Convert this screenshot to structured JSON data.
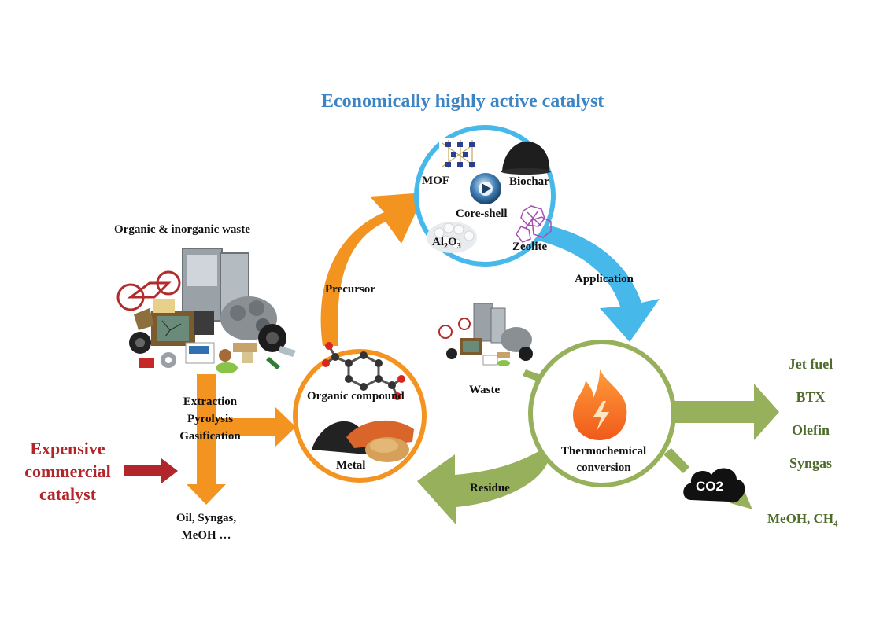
{
  "title": "Economically highly active catalyst",
  "colors": {
    "title": "#3c84c4",
    "catalyst_ring": "#47b8ea",
    "precursor_ring": "#f39421",
    "conversion_ring": "#97b05b",
    "expensive": "#b2262b",
    "products": "#4f6b2c"
  },
  "catalysts": {
    "mof": "MOF",
    "biochar": "Biochar",
    "core_shell": "Core-shell",
    "al2o3": {
      "main": "Al",
      "sub1": "2",
      "mid": "O",
      "sub2": "3"
    },
    "zeolite": "Zeolite"
  },
  "waste": {
    "title": "Organic & inorganic waste",
    "small_label": "Waste"
  },
  "processes": [
    "Extraction",
    "Pyrolysis",
    "Gasification"
  ],
  "oil_products": [
    "Oil, Syngas,",
    "MeOH …"
  ],
  "expensive": [
    "Expensive",
    "commercial",
    "catalyst"
  ],
  "precursor_circle": {
    "organic": "Organic compound",
    "metal": "Metal"
  },
  "arrows": {
    "precursor": "Precursor",
    "application": "Application",
    "residue": "Residue"
  },
  "conversion": [
    "Thermochemical",
    "conversion"
  ],
  "products": [
    "Jet fuel",
    "BTX",
    "Olefin",
    "Syngas"
  ],
  "co2": {
    "cloud": "CO2",
    "product_main": "MeOH, CH",
    "product_sub": "4"
  }
}
